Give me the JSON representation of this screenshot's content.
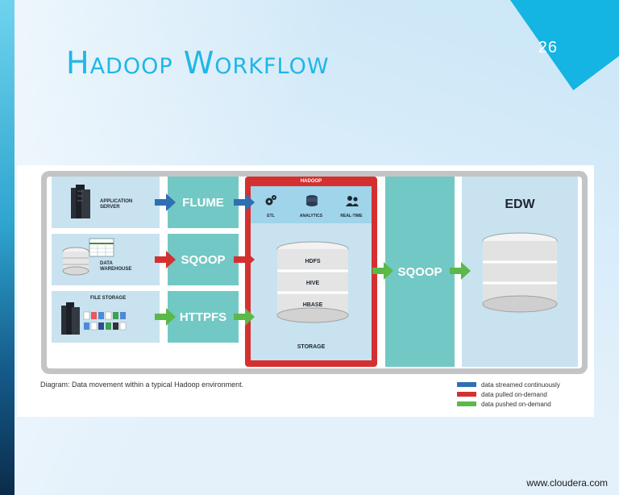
{
  "slide": {
    "title": "Hadoop Workflow",
    "page_number": "26",
    "footer_url": "www.cloudera.com"
  },
  "diagram": {
    "sources": [
      {
        "label_line1": "APPLICATION",
        "label_line2": "SERVER"
      },
      {
        "label_line1": "DATA",
        "label_line2": "WAREHOUSE"
      },
      {
        "label_line1": "FILE STORAGE",
        "label_line2": ""
      }
    ],
    "ingest_tools": [
      "FLUME",
      "SQOOP",
      "HTTPFS"
    ],
    "hadoop": {
      "label": "HADOOP",
      "tools": [
        "ETL",
        "ANALYTICS",
        "REAL-TIME"
      ],
      "storage_layers": [
        "HDFS",
        "HIVE",
        "HBASE"
      ],
      "storage_label": "STORAGE"
    },
    "export_tool": "SQOOP",
    "destination": "EDW",
    "caption": "Diagram: Data movement within a typical Hadoop environment.",
    "legend": [
      {
        "label": "data streamed continuously",
        "color": "#2f6fb3"
      },
      {
        "label": "data pulled on-demand",
        "color": "#d53030"
      },
      {
        "label": "data pushed on-demand",
        "color": "#5cb849"
      }
    ]
  },
  "colors": {
    "accent": "#1fb7e6",
    "tool_teal": "#72c8c4",
    "hadoop_red": "#d53030",
    "panel_light": "#c8e2f0"
  }
}
